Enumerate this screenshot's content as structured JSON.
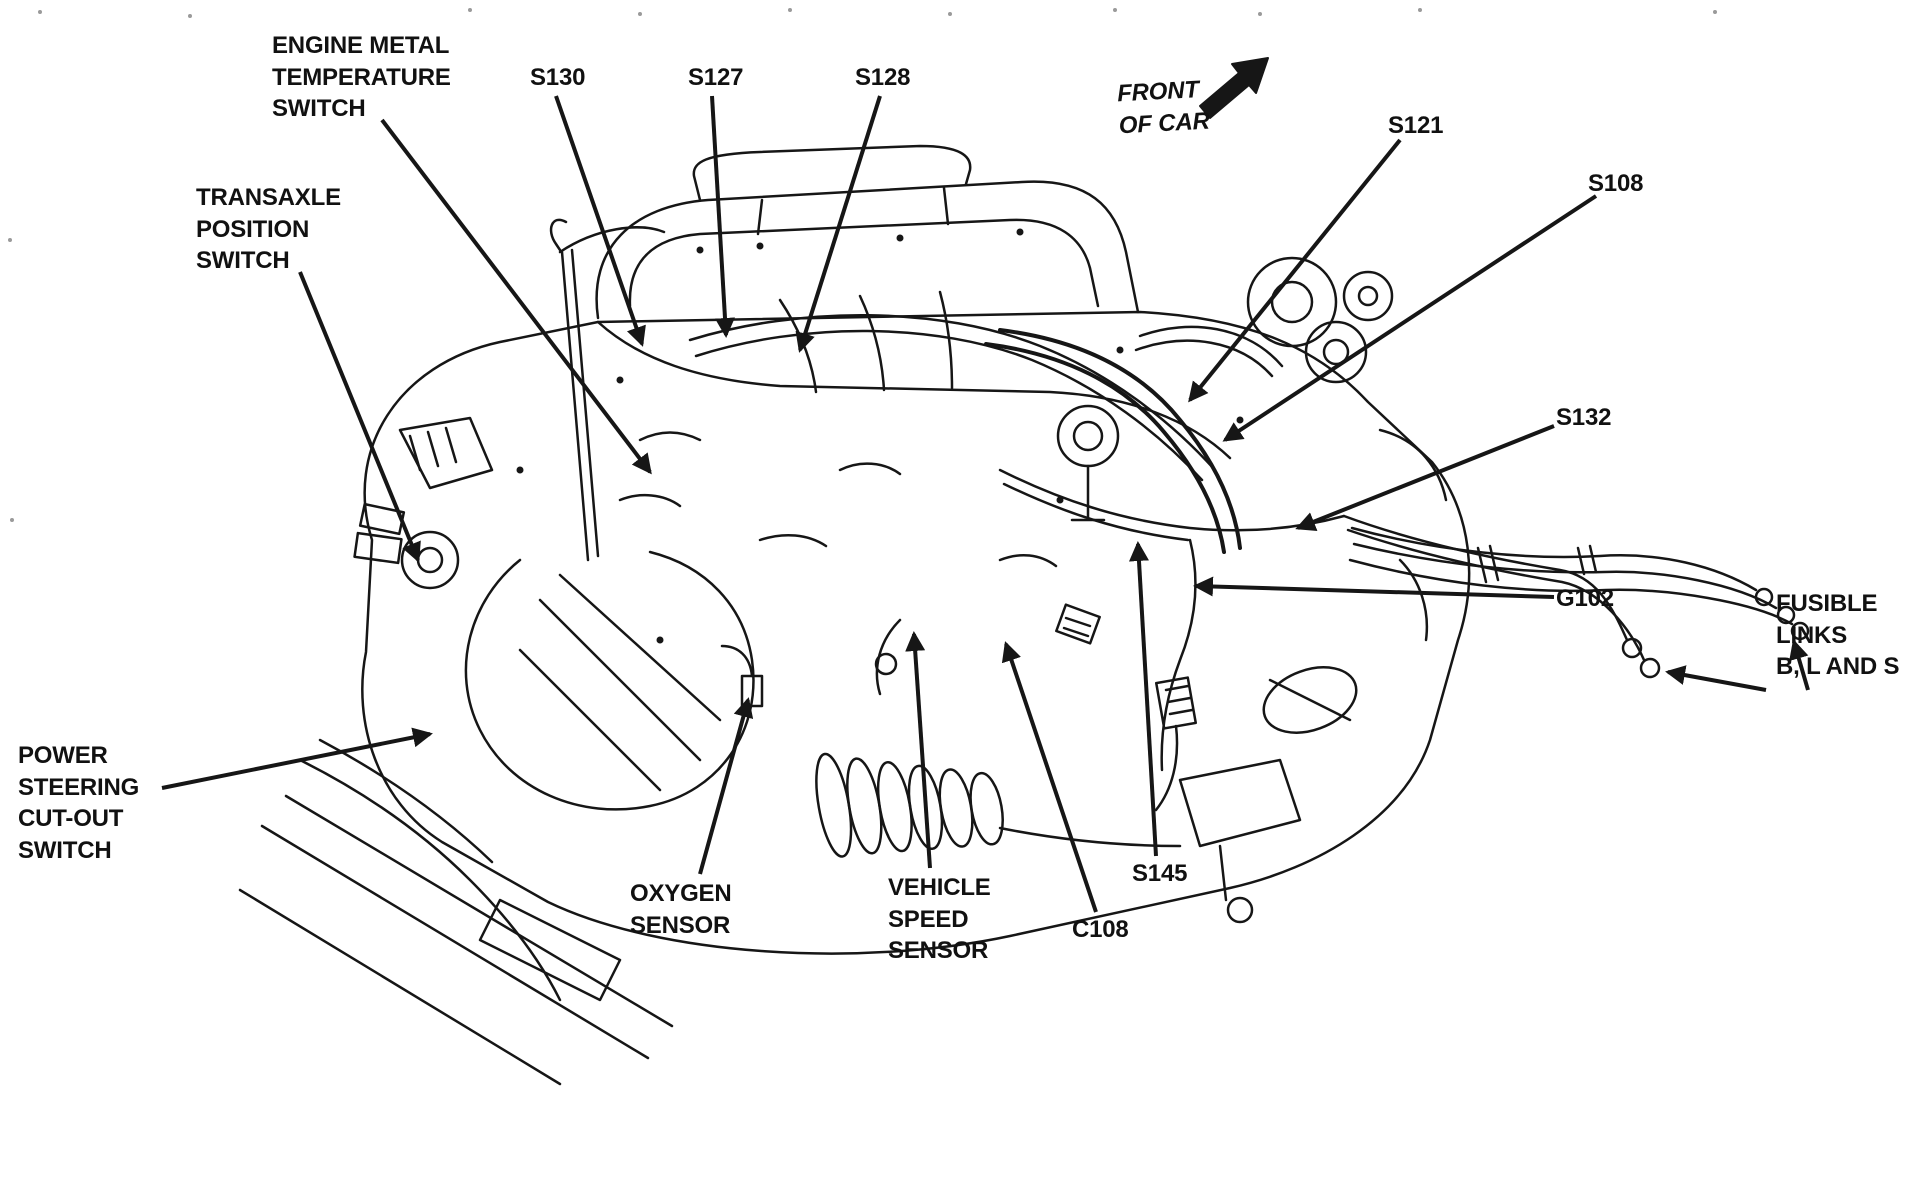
{
  "diagram": {
    "ink_color": "#161616",
    "paper_color": "#ffffff",
    "labels": {
      "engine_metal_temperature_switch": "ENGINE METAL\nTEMPERATURE\nSWITCH",
      "transaxle_position_switch": "TRANSAXLE\nPOSITION\nSWITCH",
      "power_steering_cutout_switch": "POWER\nSTEERING\nCUT-OUT\nSWITCH",
      "s130": "S130",
      "s127": "S127",
      "s128": "S128",
      "front_of_car": "FRONT\nOF CAR",
      "s121": "S121",
      "s108": "S108",
      "s132": "S132",
      "g102": "G102",
      "fusible_links": "FUSIBLE\nLINKS\nB, L AND S",
      "oxygen_sensor": "OXYGEN\nSENSOR",
      "vehicle_speed_sensor": "VEHICLE\nSPEED\nSENSOR",
      "c108": "C108",
      "s145": "S145"
    }
  }
}
